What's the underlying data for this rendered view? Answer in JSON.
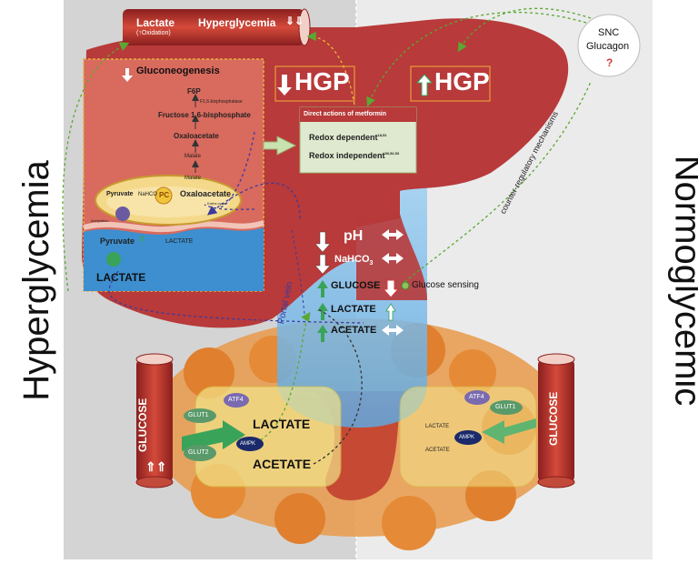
{
  "labels": {
    "left_side": "Hyperglycemia",
    "right_side": "Normoglycemic",
    "top_lactate": "Lactate",
    "top_oxidation": "(↑Oxidation)",
    "top_hyperglycemia": "Hyperglycemia",
    "gluconeogenesis": "Gluconeogenesis",
    "hgp_left": "HGP",
    "hgp_right": "HGP",
    "snc": "SNC",
    "glucagon": "Glucagon",
    "question": "?",
    "counter_reg": "counter-regulatory mechanisms",
    "f6p": "F6P",
    "f16bpase": "F1,6-bisphosphatase",
    "fructose": "Fructose 1,6-bisphosphate",
    "oxaloacetate": "Oxaloacetate",
    "malate1": "Malate",
    "malate2": "Malate",
    "pyruvate_mito": "Pyruvate",
    "nahco3_mito": "NaHCO",
    "pc": "PC",
    "oxaloacetate_mito": "Oxaloacetate",
    "krebs": "Krebs cycle",
    "acetylation": "Acetylation",
    "pyruvate": "Pyruvate",
    "lactate_small": "LACTATE",
    "lactate_big": "LACTATE",
    "metformin_title": "Direct actions of metformin",
    "redox_dep": "Redox dependent",
    "redox_dep_ref": "18,51",
    "redox_indep": "Redox independent",
    "redox_indep_ref": "50,52,53",
    "ph": "pH",
    "nahco3": "NaHCO",
    "nahco3_sub": "3",
    "glucose": "GLUCOSE",
    "lactate_mid": "LACTATE",
    "acetate_mid": "ACETATE",
    "glucose_sensing": "Glucose sensing",
    "portal_vein": "Portal vein",
    "glucose_vessel_left": "GLUCOSE",
    "glucose_vessel_right": "GLUCOSE",
    "atf4_left": "ATF4",
    "glut1_left": "GLUT1",
    "glut2_left": "GLUT2",
    "ampk_left": "AMPK",
    "lactate_intestine": "LACTATE",
    "acetate_intestine": "ACETATE",
    "atf4_right": "ATF4",
    "glut1_right": "GLUT1",
    "ampk_right": "AMPK",
    "lactate_right": "LACTATE",
    "acetate_right": "ACETATE"
  },
  "colors": {
    "liver": "#b83a3a",
    "liver_light": "#c8504e",
    "panel_bg_left": "#d6d6d6",
    "panel_bg_right": "#ececec",
    "blue": "#6fb4e6",
    "intestine": "#e6873a",
    "green_arrow": "#3aa35a",
    "red_arrow": "#d23b3b",
    "dashed_green": "#5aa832",
    "dashed_purple": "#3a3aa0",
    "metformin_box": "#dfe9cf",
    "mito": "#f4d98a"
  }
}
